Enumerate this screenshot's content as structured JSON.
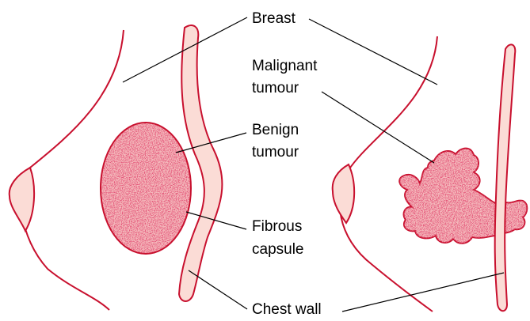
{
  "labels": {
    "breast": "Breast",
    "malignant_line1": "Malignant",
    "malignant_line2": "tumour",
    "benign_line1": "Benign",
    "benign_line2": "tumour",
    "fibrous_line1": "Fibrous",
    "fibrous_line2": "capsule",
    "chest_wall": "Chest wall"
  },
  "colors": {
    "outline": "#c8102e",
    "tumour_fill": "#f4b8bb",
    "wall_fill": "#fbdcd6",
    "leader": "#000000"
  }
}
